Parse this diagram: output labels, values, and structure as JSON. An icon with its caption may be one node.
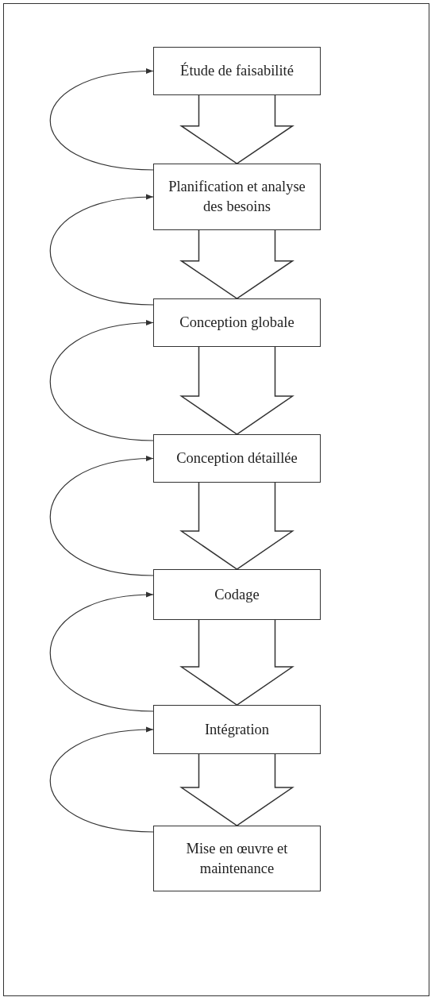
{
  "diagram": {
    "nodes": [
      {
        "text": [
          "Étude de faisabilité"
        ]
      },
      {
        "text": [
          "Planification et analyse des besoins"
        ]
      },
      {
        "text": [
          "Conception globale"
        ]
      },
      {
        "text": [
          "Conception détaillée"
        ]
      },
      {
        "text": [
          "Codage"
        ]
      },
      {
        "text": [
          "Intégration"
        ]
      },
      {
        "text": [
          "Mise en œuvre et maintenance"
        ]
      }
    ],
    "edges": [
      {
        "from": 0,
        "to": 1,
        "arrow": "to"
      },
      {
        "from": 1,
        "to": 2,
        "arrow": "to"
      },
      {
        "from": 2,
        "to": 3,
        "arrow": "to"
      },
      {
        "from": 3,
        "to": 4,
        "arrow": "to"
      },
      {
        "from": 4,
        "to": 5,
        "arrow": "to"
      },
      {
        "from": 5,
        "to": 6,
        "arrow": "to"
      },
      {
        "from": 1,
        "to": 0,
        "arrow": "to"
      },
      {
        "from": 2,
        "to": 1,
        "arrow": "to"
      },
      {
        "from": 3,
        "to": 2,
        "arrow": "to"
      },
      {
        "from": 4,
        "to": 3,
        "arrow": "to"
      },
      {
        "from": 5,
        "to": 4,
        "arrow": "to"
      },
      {
        "from": 6,
        "to": 5,
        "arrow": "to"
      }
    ]
  }
}
